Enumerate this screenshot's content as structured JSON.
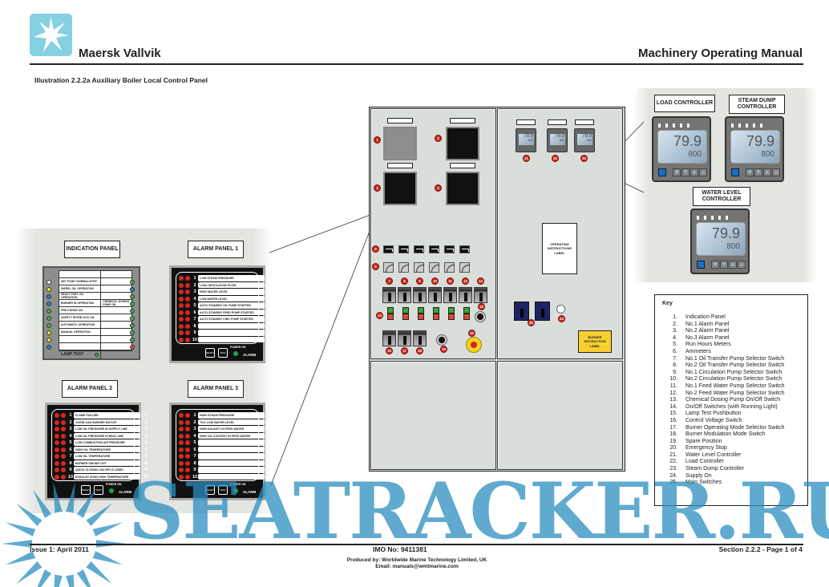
{
  "header": {
    "brand": "Maersk Vallvik",
    "manual_title": "Machinery Operating Manual",
    "illustration_title": "Illustration 2.2.2a Auxiliary Boiler Local Control Panel",
    "logo_icon": "seven-point-star-icon"
  },
  "indication_panel": {
    "title": "INDICATION PANEL",
    "left_rows": [
      "",
      "SET POINT NORMAL/STEP",
      "DIESEL OIL OPERATION",
      "HEAVY FUEL OIL OPERATION",
      "BURNER IN OPERATION",
      "PRE-PURGE ON",
      "SAFETY INTERLOCK ON",
      "AUTOMATIC OPERATION",
      "MANUAL OPERATION",
      "",
      ""
    ],
    "right_rows": [
      "",
      "",
      "",
      "",
      "CHEMICAL DOSING PUMP ON",
      "",
      "",
      "",
      "",
      "",
      ""
    ],
    "left_lamp_colors": [
      "#ffffff",
      "#f2e52a",
      "#2a7fd0",
      "#2a7fd0",
      "#3cb04a",
      "#3cb04a",
      "#3cb04a",
      "#f2e52a",
      "#f2e52a",
      "#2a7fd0"
    ],
    "right_lamp_colors": [
      "#3cb04a",
      "#2a7fd0",
      "#3cb04a",
      "#3cb04a",
      "#3cb04a",
      "#3cb04a",
      "#3cb04a",
      "#3cb04a",
      "#3cb04a",
      "#e04a33"
    ],
    "lamp_test_label": "LAMP TEST"
  },
  "alarm_panels": [
    {
      "title": "ALARM PANEL 1",
      "rows": [
        "LOW STEAM PRESSURE",
        "LOW CIRCULATION FLOW",
        "HIGH WATER LEVEL",
        "LOW WATER LEVEL",
        "AUTO STANDBY OIL PUMP STARTED",
        "AUTO STANDBY FEED PUMP STARTED",
        "AUTO STANDBY CIRC PUMP STARTED",
        "",
        "",
        ""
      ]
    },
    {
      "title": "ALARM PANEL 2",
      "rows": [
        "FLAME FAILURE",
        "OVERLOAD BURNER MOTOR",
        "LOW OIL PRESSURE IN SUPPLY LINE",
        "LOW OIL PRESSURE IN RING LINE",
        "LOW COMBUSTION AIR PRESSURE",
        "HIGH OIL TEMPERATURE",
        "LOW OIL TEMPERATURE",
        "BURNER SWUNG OUT",
        "QUICK CLOSING VALVES CLOSED",
        "EXHAUST (EGE) HIGH TEMPERATURE"
      ]
    },
    {
      "title": "ALARM PANEL 3",
      "rows": [
        "HIGH STEAM PRESSURE",
        "TOO LOW WATER LEVEL",
        "HIGH SALINITY IN FEED WATER",
        "HIGH OIL CONTENT IN FEED WATER",
        "",
        "",
        "",
        "",
        "",
        ""
      ]
    }
  ],
  "alarm_panel_common": {
    "reset_label": "RESET",
    "test_label": "TEST",
    "power_on_label": "POWER ON",
    "alarm_label": "ALARM",
    "numbers": [
      "1",
      "2",
      "3",
      "4",
      "5",
      "6",
      "7",
      "8",
      "9",
      "10"
    ]
  },
  "controllers": [
    {
      "title": "LOAD CONTROLLER",
      "pv": "79.9",
      "sv": "800"
    },
    {
      "title": "STEAM DUMP CONTROLLER",
      "pv": "79.9",
      "sv": "800"
    },
    {
      "title": "WATER LEVEL CONTROLLER",
      "pv": "79.9",
      "sv": "800"
    }
  ],
  "cabinet": {
    "badges": [
      "1",
      "2",
      "3",
      "4",
      "5",
      "6",
      "7",
      "8",
      "9",
      "10",
      "11",
      "12",
      "13",
      "14",
      "15",
      "16",
      "17",
      "18",
      "19",
      "20",
      "21",
      "22",
      "23",
      "24",
      "25"
    ],
    "operating_label": "OPERATING INSTRUCTIONS LABEL",
    "burner_label": "BURNER INSTRUCTION LABEL",
    "mini_ctrl_pv": "79.9",
    "mini_ctrl_sv": "800"
  },
  "key": {
    "title": "Key",
    "items": [
      {
        "n": "1.",
        "label": "Indication Panel"
      },
      {
        "n": "2.",
        "label": "No.1 Alarm Panel"
      },
      {
        "n": "3.",
        "label": "No.2 Alarm Panel"
      },
      {
        "n": "4.",
        "label": "No.3 Alarm Panel"
      },
      {
        "n": "5.",
        "label": "Run Hours Meters"
      },
      {
        "n": "6.",
        "label": "Ammeters"
      },
      {
        "n": "7.",
        "label": "No.1 Oil Transfer Pump Selector Switch"
      },
      {
        "n": "8.",
        "label": "No.2 Oil Transfer Pump Selector Switch"
      },
      {
        "n": "9.",
        "label": "No.1 Circulation Pump Selector Switch"
      },
      {
        "n": "10.",
        "label": "No.2 Circulation Pump Selector Switch"
      },
      {
        "n": "11.",
        "label": "No.1 Feed Water Pump Selector Switch"
      },
      {
        "n": "12.",
        "label": "No.2 Feed Water Pump Selector Switch"
      },
      {
        "n": "13.",
        "label": "Chemical Dosing Pump On/Off Switch"
      },
      {
        "n": "14.",
        "label": "On/Off Switches (with Running Light)"
      },
      {
        "n": "15.",
        "label": "Lamp Test Pushbutton"
      },
      {
        "n": "16.",
        "label": "Control Voltage Switch"
      },
      {
        "n": "17.",
        "label": "Burner Operating Mode Selector Switch"
      },
      {
        "n": "18.",
        "label": "Burner Modulation Mode Switch"
      },
      {
        "n": "19.",
        "label": "Spare Position"
      },
      {
        "n": "20.",
        "label": "Emergency Stop"
      },
      {
        "n": "21.",
        "label": "Water Level Controller"
      },
      {
        "n": "22.",
        "label": "Load Controller"
      },
      {
        "n": "23.",
        "label": "Steam Dump Controller"
      },
      {
        "n": "24.",
        "label": "Supply On"
      },
      {
        "n": "25.",
        "label": "Main Switches"
      }
    ]
  },
  "footer": {
    "issue": "Issue 1: April 2011",
    "imo": "IMO No: 9411381",
    "section": "Section 2.2.2 - Page 1 of 4",
    "produced_by": "Produced by: Worldwide Marine Technology Limited, UK",
    "email": "Email: manuals@wmtmarine.com"
  },
  "watermark": {
    "text": "SEATRACKER.RU",
    "color": "#2b8ec0"
  }
}
